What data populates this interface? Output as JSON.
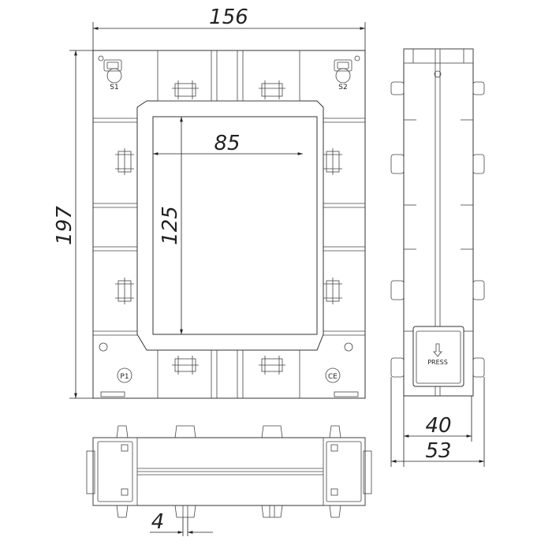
{
  "front_view": {
    "width_dim": "156",
    "height_dim": "197",
    "window_width_dim": "85",
    "window_height_dim": "125",
    "terminal_s1": "S1",
    "terminal_s2": "S2",
    "terminal_p1": "P1",
    "ce_mark": "CE"
  },
  "side_view": {
    "press_label": "PRESS",
    "inner_depth_dim": "40",
    "outer_depth_dim": "53"
  },
  "bottom_view": {
    "slot_dim": "4"
  }
}
